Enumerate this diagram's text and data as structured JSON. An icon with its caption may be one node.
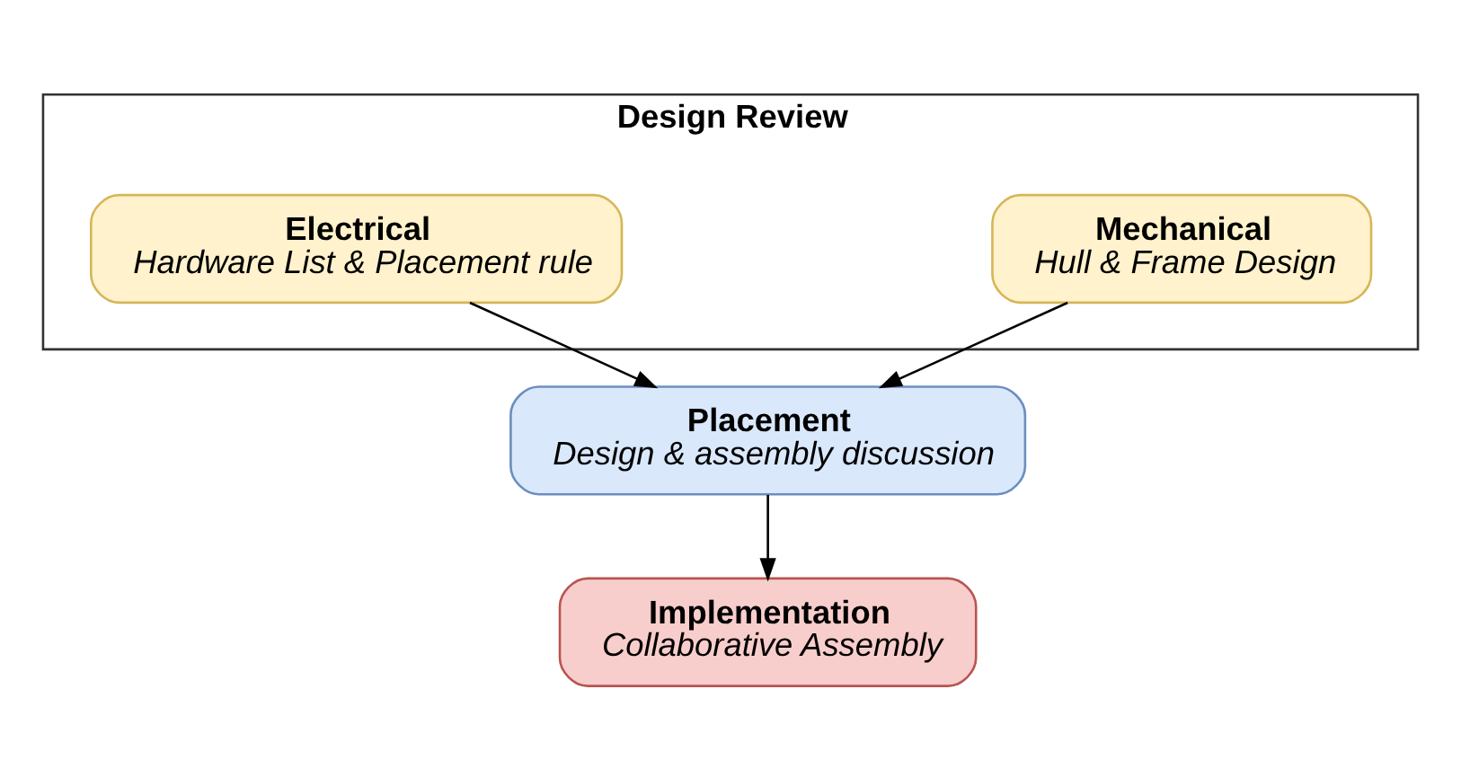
{
  "diagram": {
    "nodes": [
      {
        "text": [
          "Design Review"
        ]
      },
      {
        "text": [
          "Mechanical",
          "Hull & Frame Design"
        ],
        "in": 0
      },
      {
        "text": [
          "Electrical",
          "Hardware List & Placement rule"
        ],
        "in": 0
      },
      {
        "text": [
          "Placement",
          "Design & assembly discussion"
        ]
      },
      {
        "text": [
          "Implementation",
          "Collaborative Assembly"
        ]
      }
    ],
    "edges": [
      {
        "from": 1,
        "to": 3,
        "arrow": "to"
      },
      {
        "from": 2,
        "to": 3,
        "arrow": "to"
      },
      {
        "from": 3,
        "to": 4,
        "arrow": "to"
      }
    ]
  }
}
